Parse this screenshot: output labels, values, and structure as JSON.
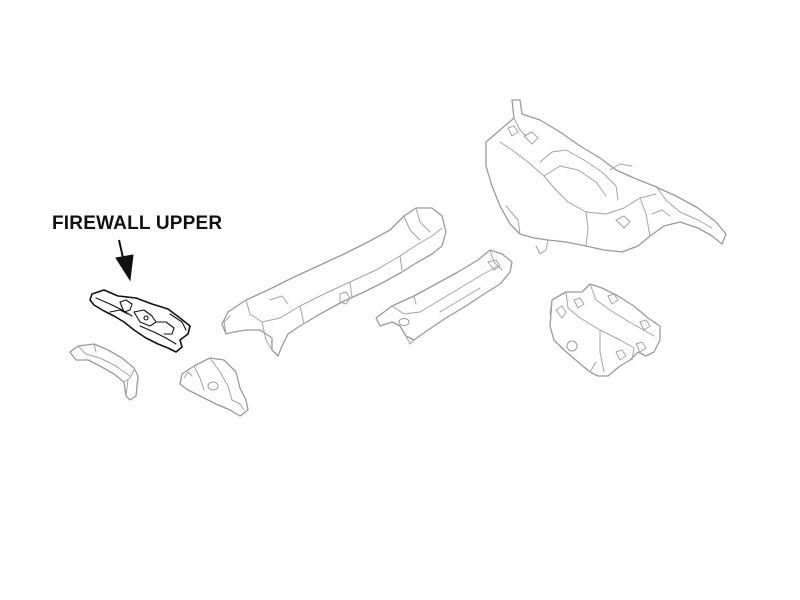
{
  "callout": {
    "label": "FIREWALL UPPER"
  },
  "colors": {
    "background": "#ffffff",
    "part_outline": "#9a9a9a",
    "highlight_outline": "#111111",
    "label_text": "#111111"
  },
  "parts": [
    {
      "name": "firewall-upper",
      "highlighted": true
    },
    {
      "name": "small-left-bracket",
      "highlighted": false
    },
    {
      "name": "small-center-bracket",
      "highlighted": false
    },
    {
      "name": "long-cowl-panel",
      "highlighted": false
    },
    {
      "name": "narrow-reinforcement-rail",
      "highlighted": false
    },
    {
      "name": "rear-crossmember-frame",
      "highlighted": false
    },
    {
      "name": "box-mount-bracket",
      "highlighted": false
    }
  ]
}
